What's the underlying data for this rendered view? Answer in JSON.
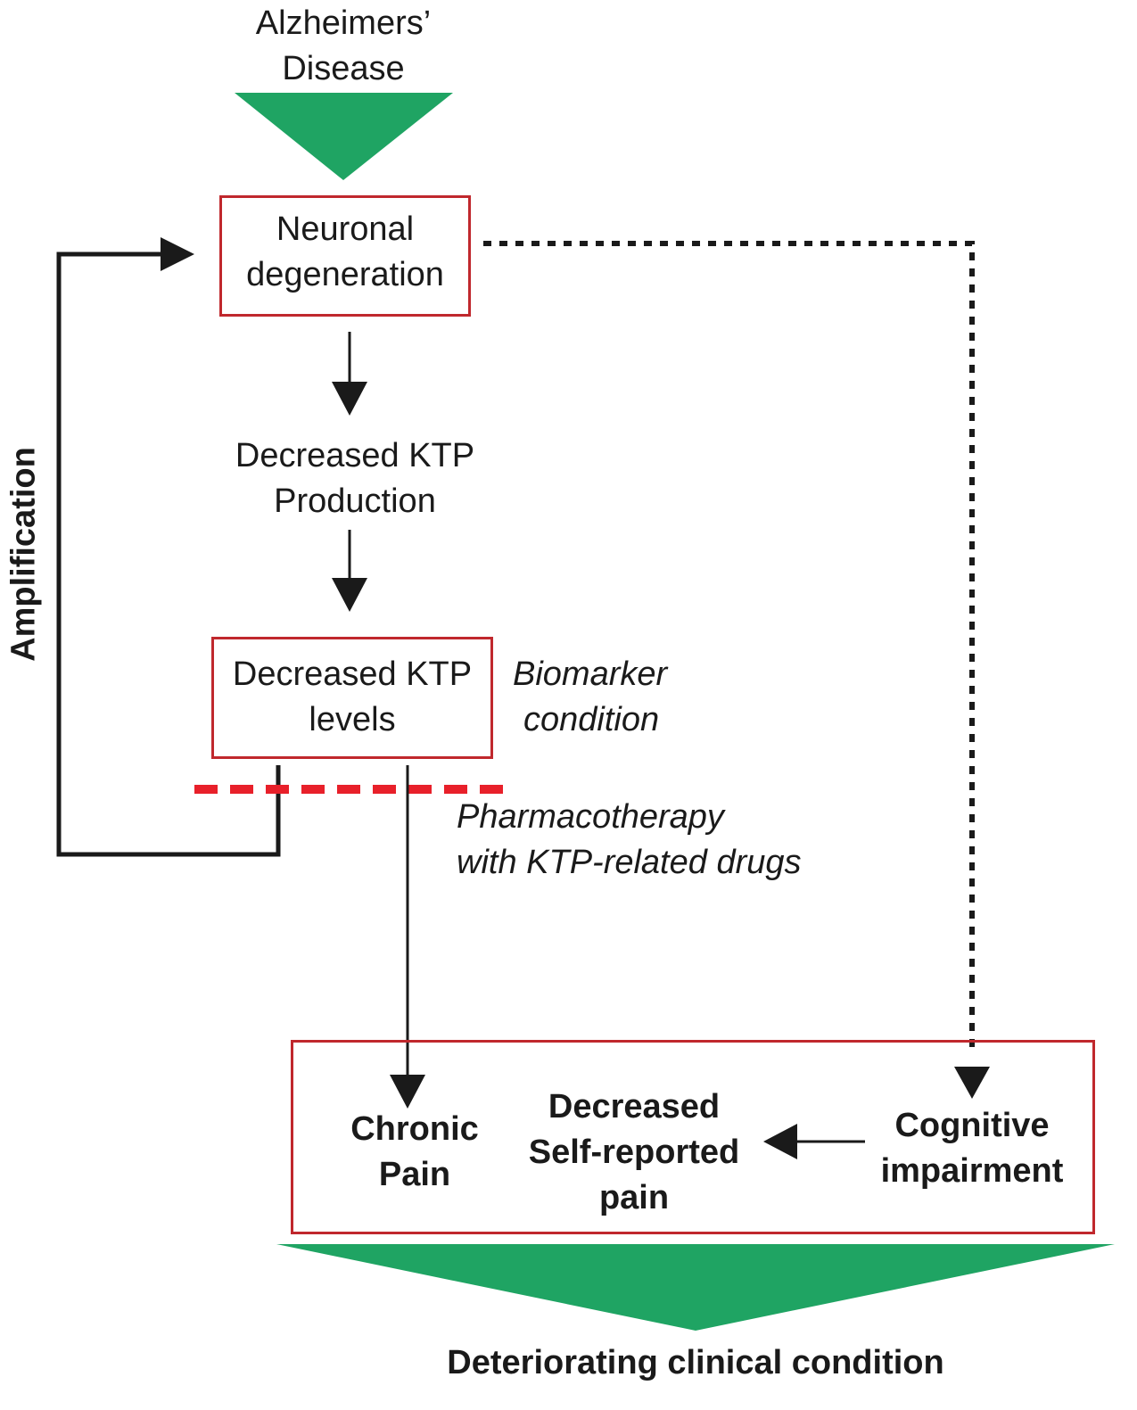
{
  "nodes": {
    "alzheimers": {
      "line1": "Alzheimers’",
      "line2": "Disease"
    },
    "neuronal": {
      "line1": "Neuronal",
      "line2": "degeneration"
    },
    "production": {
      "line1": "Decreased KTP",
      "line2": "Production"
    },
    "levels": {
      "line1": "Decreased KTP",
      "line2": "levels"
    },
    "chronic": {
      "line1": "Chronic",
      "line2": "Pain"
    },
    "selfreport": {
      "line1": "Decreased",
      "line2": "Self-reported",
      "line3": "pain"
    },
    "cognitive": {
      "line1": "Cognitive",
      "line2": "impairment"
    },
    "outcome": "Deteriorating clinical condition"
  },
  "annotations": {
    "amplification": "Amplification",
    "biomarker": {
      "line1": "Biomarker",
      "line2": "condition"
    },
    "pharmaco": {
      "line1": "Pharmacotherapy",
      "line2": "with KTP-related drugs"
    }
  },
  "colors": {
    "green": "#1fa463",
    "box_border": "#c0282d",
    "dashed_red": "#e8202a",
    "arrow": "#1a1a1a"
  }
}
